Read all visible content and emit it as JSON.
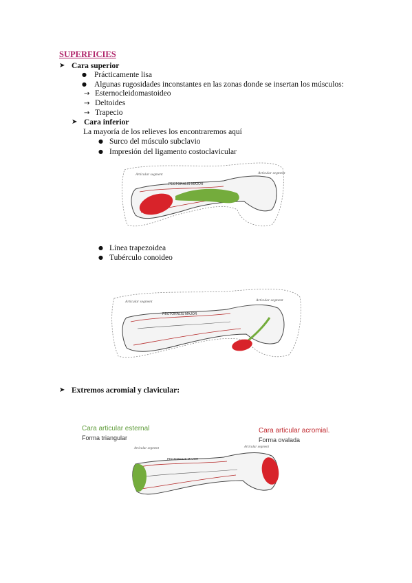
{
  "heading": "SUPERFICIES",
  "cara_superior": {
    "title": "Cara superior",
    "bullets": [
      "Prácticamente lisa",
      "Algunas rugosidades inconstantes en las zonas donde se insertan los músculos:"
    ],
    "muscles": [
      "Esternocleidomastoideo",
      "Deltoides",
      "Trapecio"
    ]
  },
  "cara_inferior": {
    "title": "Cara inferior",
    "intro": "La mayoría de los relieves los encontraremos aquí",
    "bullets_1": [
      "Surco del músculo subclavio",
      "Impresión del ligamento costoclavicular"
    ],
    "bullets_2": [
      "Línea trapezoidea",
      "Tubérculo conoideo"
    ]
  },
  "extremos": {
    "title": "Extremos acromial y clavicular:",
    "label_esternal": "Cara articular esternal",
    "sub_esternal": "Forma triangular",
    "label_acromial": "Cara articular acromial.",
    "sub_acromial": "Forma ovalada"
  },
  "figure_labels": {
    "articular_left": "Articular segment",
    "articular_right": "Articular segment",
    "pectoralis": "PECTORALIS MAJOR"
  },
  "colors": {
    "heading": "#b0246a",
    "label_esternal": "#5f9c3a",
    "label_acromial": "#c0272d",
    "highlight_red": "#d8232a",
    "highlight_green": "#74ac3c"
  }
}
